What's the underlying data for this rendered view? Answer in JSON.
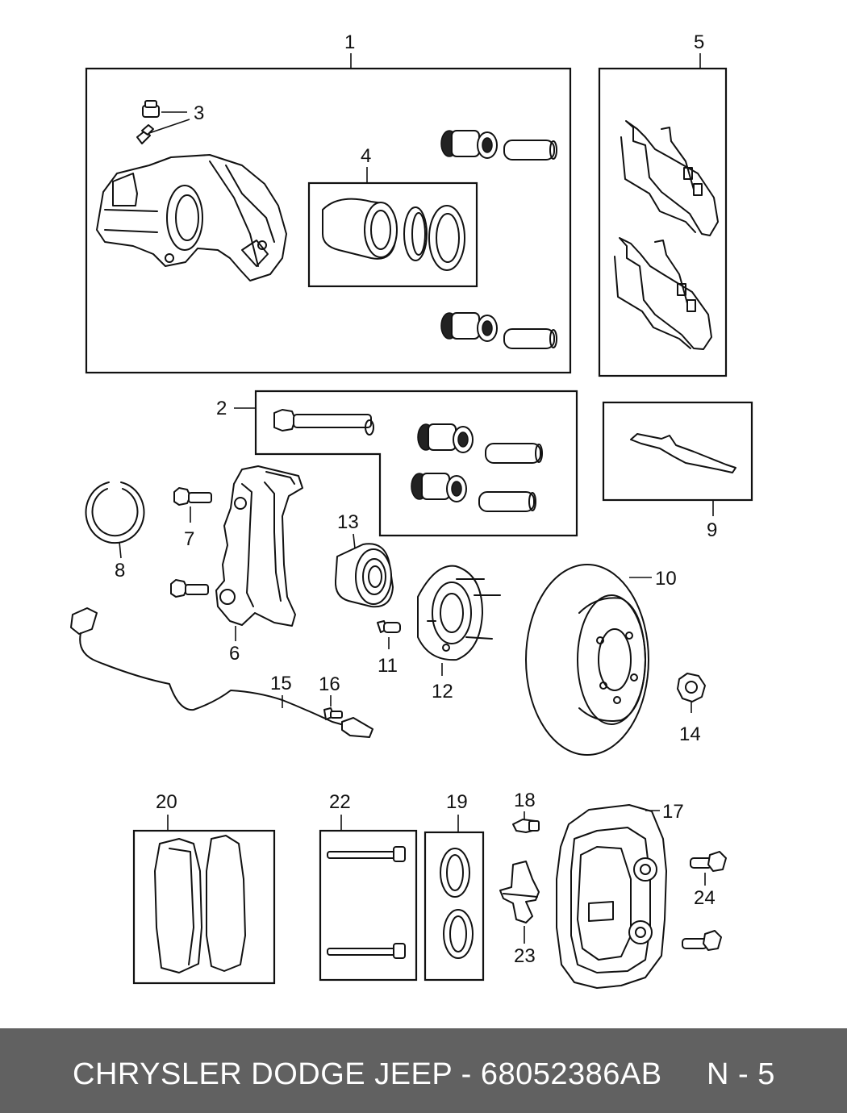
{
  "labels": {
    "l1": "1",
    "l2": "2",
    "l3": "3",
    "l4": "4",
    "l5": "5",
    "l6": "6",
    "l7": "7",
    "l8": "8",
    "l9": "9",
    "l10": "10",
    "l11": "11",
    "l12": "12",
    "l13": "13",
    "l14": "14",
    "l15": "15",
    "l16": "16",
    "l17": "17",
    "l18": "18",
    "l19": "19",
    "l20": "20",
    "l22": "22",
    "l23": "23",
    "l24": "24"
  },
  "footer": {
    "title": "CHRYSLER DODGE JEEP - 68052386AB",
    "page": "N - 5"
  }
}
